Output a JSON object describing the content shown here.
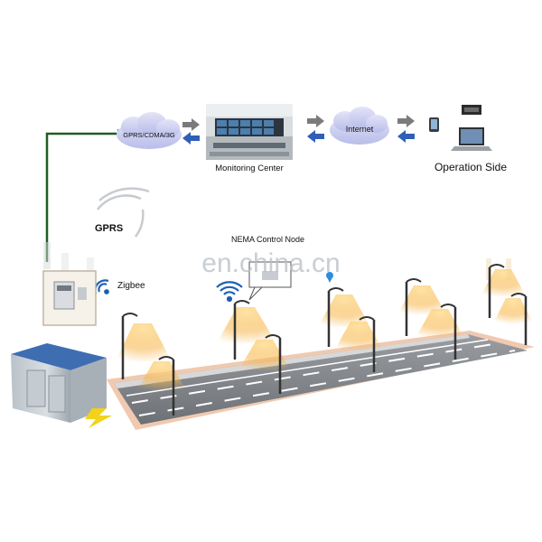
{
  "labels": {
    "gprs_cloud": "GPRS/CDMA/3G",
    "monitoring_center": "Monitoring Center",
    "internet_cloud": "Internet",
    "operation_side": "Operation Side",
    "gprs": "GPRS",
    "zigbee": "Zigbee",
    "nema_node": "NEMA Control Node",
    "watermark": "en.china.cn"
  },
  "colors": {
    "cloud": "#c9ccef",
    "line_green": "#1f5e1f",
    "road": "#7d8085",
    "road_edge": "#e9b28f",
    "light_glow": "#f6b54a",
    "wifi": "#1d5fb5",
    "bolt": "#f2d21a"
  }
}
